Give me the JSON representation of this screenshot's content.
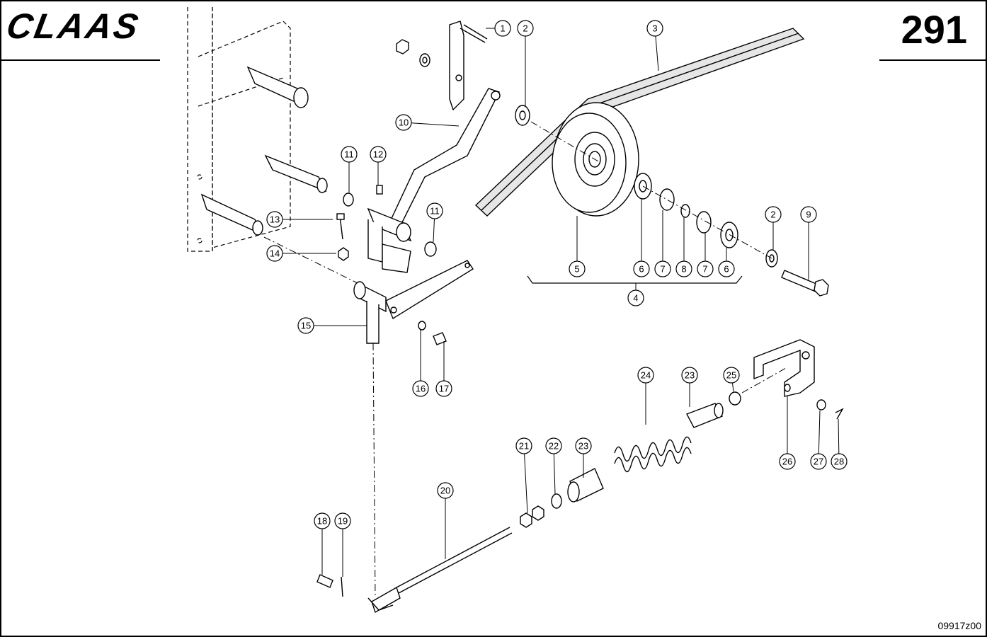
{
  "header": {
    "brand": "CLAAS",
    "page_number": "291"
  },
  "footer": {
    "drawing_code": "09917z00"
  },
  "callouts": [
    {
      "id": "c1",
      "label": "1"
    },
    {
      "id": "c2a",
      "label": "2"
    },
    {
      "id": "c3",
      "label": "3"
    },
    {
      "id": "c10",
      "label": "10"
    },
    {
      "id": "c11a",
      "label": "11"
    },
    {
      "id": "c12",
      "label": "12"
    },
    {
      "id": "c11b",
      "label": "11"
    },
    {
      "id": "c13",
      "label": "13"
    },
    {
      "id": "c14",
      "label": "14"
    },
    {
      "id": "c5",
      "label": "5"
    },
    {
      "id": "c6a",
      "label": "6"
    },
    {
      "id": "c7a",
      "label": "7"
    },
    {
      "id": "c8",
      "label": "8"
    },
    {
      "id": "c7b",
      "label": "7"
    },
    {
      "id": "c6b",
      "label": "6"
    },
    {
      "id": "c4",
      "label": "4"
    },
    {
      "id": "c2b",
      "label": "2"
    },
    {
      "id": "c9",
      "label": "9"
    },
    {
      "id": "c15",
      "label": "15"
    },
    {
      "id": "c16",
      "label": "16"
    },
    {
      "id": "c17",
      "label": "17"
    },
    {
      "id": "c24",
      "label": "24"
    },
    {
      "id": "c23a",
      "label": "23"
    },
    {
      "id": "c25",
      "label": "25"
    },
    {
      "id": "c26",
      "label": "26"
    },
    {
      "id": "c27",
      "label": "27"
    },
    {
      "id": "c28",
      "label": "28"
    },
    {
      "id": "c21",
      "label": "21"
    },
    {
      "id": "c22",
      "label": "22"
    },
    {
      "id": "c23b",
      "label": "23"
    },
    {
      "id": "c20",
      "label": "20"
    },
    {
      "id": "c18",
      "label": "18"
    },
    {
      "id": "c19",
      "label": "19"
    }
  ]
}
